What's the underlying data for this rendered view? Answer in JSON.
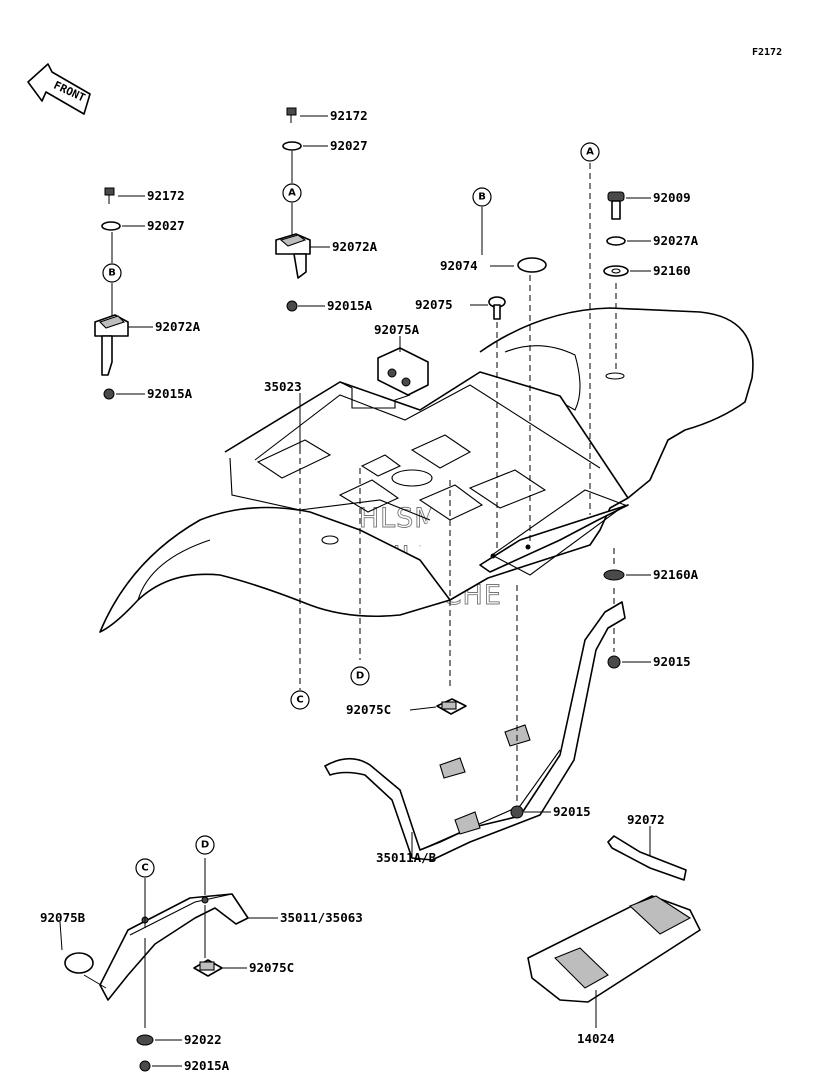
{
  "figure_code": "F2172",
  "front_arrow_label": "FRONT",
  "watermark": [
    "HLSM'S",
    "ONLINE",
    "MICROFICHE"
  ],
  "callouts": [
    "A",
    "A",
    "B",
    "B",
    "C",
    "C",
    "D",
    "D"
  ],
  "parts": {
    "p92172_left": "92172",
    "p92027_left": "92027",
    "p92072A_left": "92072A",
    "p92015A_left": "92015A",
    "p92172_mid": "92172",
    "p92027_mid": "92027",
    "p92072A_mid": "92072A",
    "p92015A_mid": "92015A",
    "p92009": "92009",
    "p92027A": "92027A",
    "p92160": "92160",
    "p92074": "92074",
    "p92075": "92075",
    "p92075A": "92075A",
    "p35023": "35023",
    "p92160A": "92160A",
    "p92015_upper": "92015",
    "p92075C_mid": "92075C",
    "p35011AB": "35011A/B",
    "p92015_lower": "92015",
    "p92072": "92072",
    "p92075B": "92075B",
    "p35011_35063": "35011/35063",
    "p92075C_low": "92075C",
    "p92022": "92022",
    "p92015A_low": "92015A",
    "p14024": "14024"
  }
}
